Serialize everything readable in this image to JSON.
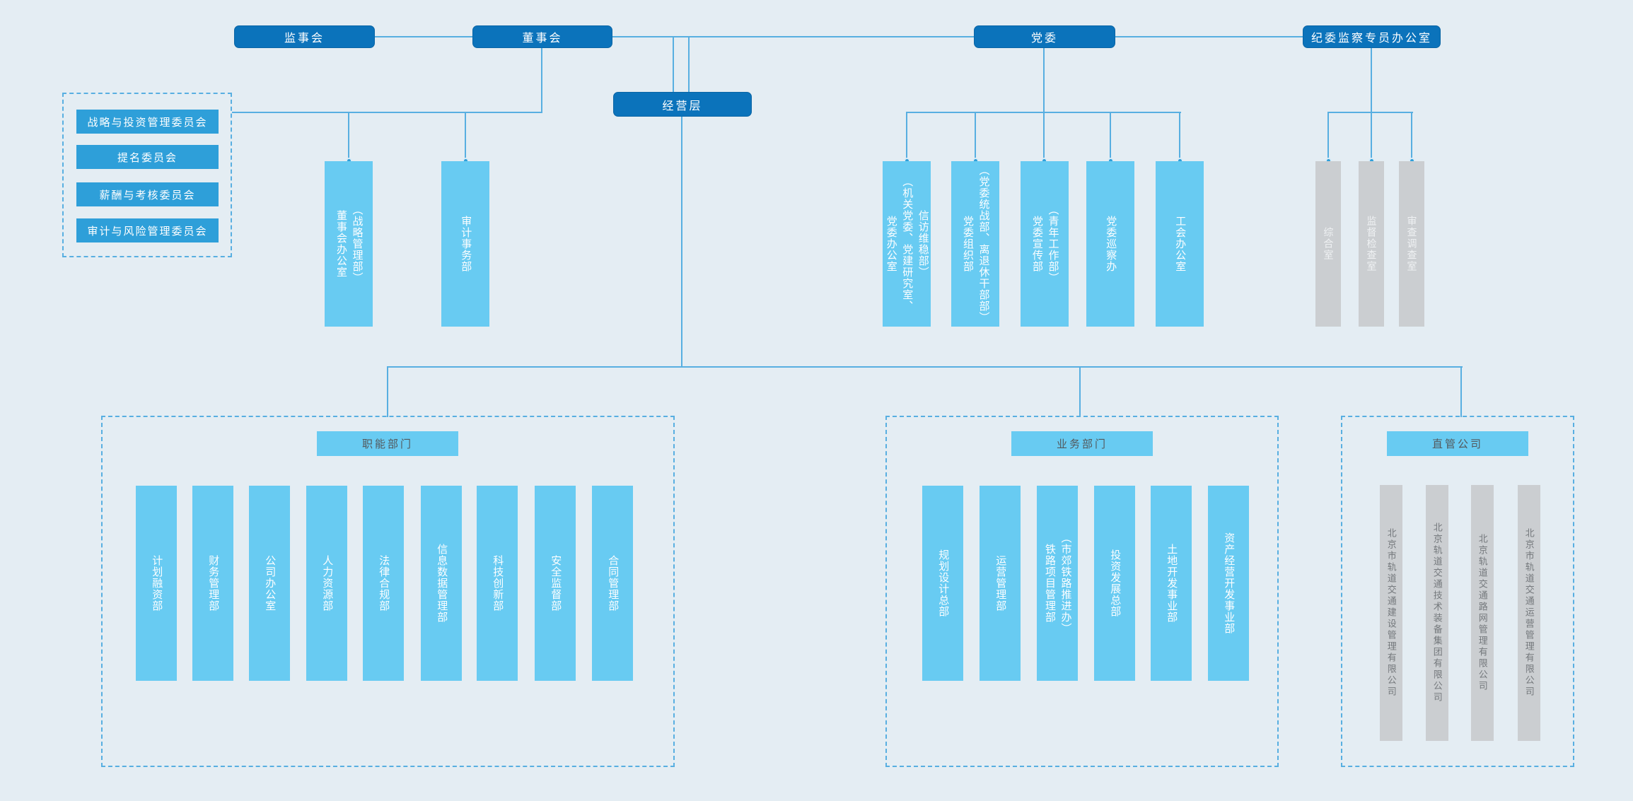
{
  "top_row": {
    "supervisory_board": "监事会",
    "board_of_directors": "董事会",
    "party_committee": "党委",
    "discipline_office": "纪委监察专员办公室"
  },
  "management_layer": "经营层",
  "board_committees": [
    "战略与投资管理委员会",
    "提名委员会",
    "薪酬与考核委员会",
    "审计与风险管理委员会"
  ],
  "board_departments": [
    "董事会办公室\n（战略管理部）",
    "审计事务部"
  ],
  "party_departments": [
    "党委办公室\n（机关党委、党建研究室、\n信访维稳部）",
    "党委组织部\n（党委统战部、离退休干部部）",
    "党委宣传部\n（青年工作部）",
    "党委巡察办",
    "工会办公室"
  ],
  "discipline_departments": [
    "综合室",
    "监督检查室",
    "审查调查室"
  ],
  "groups": {
    "functional": {
      "title": "职能部门",
      "items": [
        "计划融资部",
        "财务管理部",
        "公司办公室",
        "人力资源部",
        "法律合规部",
        "信息数据管理部",
        "科技创新部",
        "安全监督部",
        "合同管理部"
      ]
    },
    "business": {
      "title": "业务部门",
      "items": [
        "规划设计总部",
        "运营管理部",
        "铁路项目管理部\n（市郊铁路推进办）",
        "投资发展总部",
        "土地开发事业部",
        "资产经营开发事业部"
      ]
    },
    "subsidiaries": {
      "title": "直管公司",
      "items": [
        "北京市轨道交通建设管理有限公司",
        "北京轨道交通技术装备集团有限公司",
        "北京轨道交通路网管理有限公司",
        "北京市轨道交通运营管理有限公司"
      ]
    }
  },
  "colors": {
    "background": "#E4EDF3",
    "node_dark_blue": "#0B73BB",
    "committee_blue": "#2E9FD9",
    "sky_blue": "#68CBF2",
    "gray_box": "#CBCED1",
    "connector_line": "#58AFE1",
    "label_text_dark": "#53585C",
    "gray_box_text_dark": "#75797D"
  }
}
